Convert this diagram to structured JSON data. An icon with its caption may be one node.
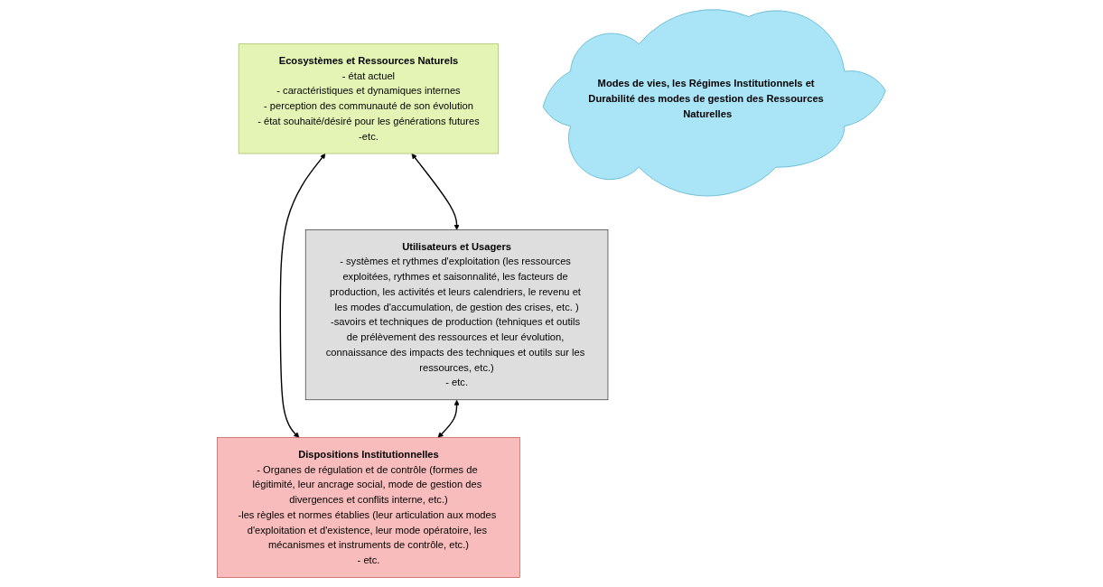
{
  "diagram": {
    "nodes": [
      {
        "text": [
          "Ecosystèmes et Ressources Naturels",
          "- état actuel",
          "- caractéristiques et dynamiques internes",
          "- perception des communauté de son évolution",
          "- état souhaité/désiré pour les générations futures",
          "-etc."
        ]
      },
      {
        "text": [
          "Modes de vies, les Régimes Institutionnels et Durabilité des modes de gestion des Ressources Naturelles"
        ]
      },
      {
        "text": [
          "Utilisateurs et Usagers",
          "- systèmes et rythmes d'exploitation (les ressources exploitées, rythmes et saisonnalité, les facteurs de production, les activités et leurs calendriers, le revenu et les modes d'accumulation, de gestion des crises, etc. )",
          "-savoirs et techniques de production (tehniques et outils de prélèvement des ressources et leur évolution, connaissance des impacts des techniques et outils sur les ressources, etc.)",
          "- etc."
        ]
      },
      {
        "text": [
          "Dispositions Institutionnelles",
          "- Organes de régulation et de contrôle (formes de légitimité, leur ancrage social, mode de gestion des divergences et conflits interne, etc.)",
          "-les règles et normes établies (leur articulation aux modes d'exploitation et d'existence, leur mode opératoire, les mécanismes et instruments de contrôle, etc.)",
          "- etc."
        ]
      }
    ],
    "edges": [
      {
        "from": 0,
        "to": 2,
        "arrow": "both"
      },
      {
        "from": 0,
        "to": 3,
        "arrow": "both"
      },
      {
        "from": 2,
        "to": 3,
        "arrow": "both"
      }
    ]
  }
}
